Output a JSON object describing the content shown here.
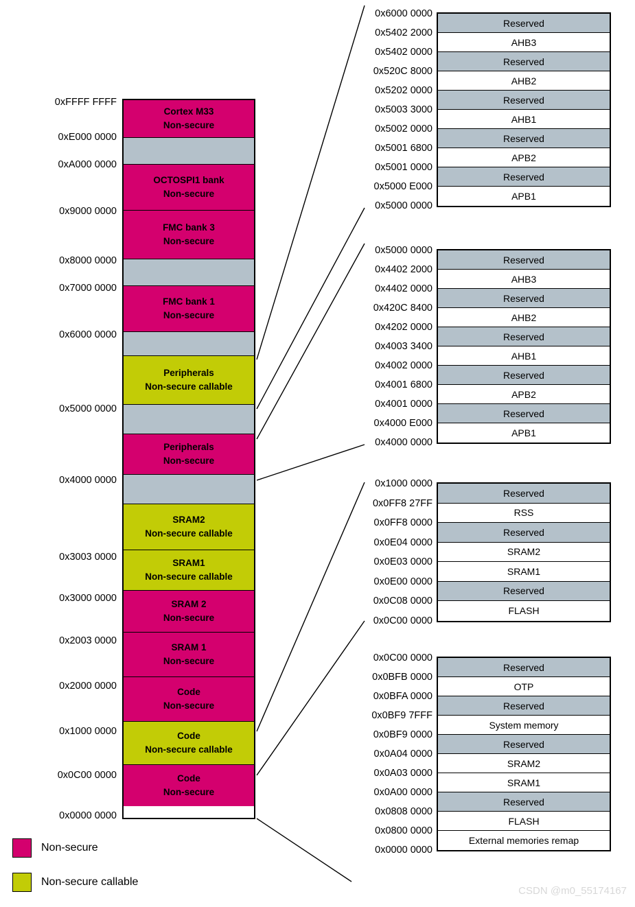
{
  "colors": {
    "non_secure": "#D4006E",
    "non_secure_callable": "#C2CC06",
    "reserved": "#B4C1CA",
    "border": "#000000",
    "watermark": "#D8D8D8"
  },
  "main_map": {
    "blocks": [
      {
        "line1": "Cortex M33",
        "line2": "Non-secure",
        "type": "non_secure"
      },
      {
        "line1": "",
        "line2": "",
        "type": "reserved"
      },
      {
        "line1": "OCTOSPI1 bank",
        "line2": "Non-secure",
        "type": "non_secure"
      },
      {
        "line1": "FMC bank 3",
        "line2": "Non-secure",
        "type": "non_secure"
      },
      {
        "line1": "",
        "line2": "",
        "type": "reserved"
      },
      {
        "line1": "FMC bank 1",
        "line2": "Non-secure",
        "type": "non_secure"
      },
      {
        "line1": "",
        "line2": "",
        "type": "reserved"
      },
      {
        "line1": "Peripherals",
        "line2": "Non-secure callable",
        "type": "non_secure_callable"
      },
      {
        "line1": "",
        "line2": "",
        "type": "reserved"
      },
      {
        "line1": "Peripherals",
        "line2": "Non-secure",
        "type": "non_secure"
      },
      {
        "line1": "",
        "line2": "",
        "type": "reserved"
      },
      {
        "line1": "SRAM2",
        "line2": "Non-secure callable",
        "type": "non_secure_callable"
      },
      {
        "line1": "SRAM1",
        "line2": "Non-secure callable",
        "type": "non_secure_callable"
      },
      {
        "line1": "SRAM 2",
        "line2": "Non-secure",
        "type": "non_secure"
      },
      {
        "line1": "SRAM 1",
        "line2": "Non-secure",
        "type": "non_secure"
      },
      {
        "line1": "Code",
        "line2": "Non-secure",
        "type": "non_secure"
      },
      {
        "line1": "Code",
        "line2": "Non-secure callable",
        "type": "non_secure_callable"
      },
      {
        "line1": "Code",
        "line2": "Non-secure",
        "type": "non_secure"
      }
    ],
    "addresses": [
      "0xFFFF FFFF",
      "0xE000 0000",
      "0xA000 0000",
      "0x9000 0000",
      "0x8000 0000",
      "0x7000 0000",
      "0x6000 0000",
      "0x5000 0000",
      "0x4000 0000",
      "0x3003 0000",
      "0x3000 0000",
      "0x2003 0000",
      "0x2000 0000",
      "0x1000 0000",
      "0x0C00 0000",
      "0x0000 0000"
    ]
  },
  "detail_tables": [
    {
      "id": "peripherals-secure-detail",
      "rows": [
        {
          "label": "Reserved",
          "type": "reserved"
        },
        {
          "label": "AHB3",
          "type": "normal"
        },
        {
          "label": "Reserved",
          "type": "reserved"
        },
        {
          "label": "AHB2",
          "type": "normal"
        },
        {
          "label": "Reserved",
          "type": "reserved"
        },
        {
          "label": "AHB1",
          "type": "normal"
        },
        {
          "label": "Reserved",
          "type": "reserved"
        },
        {
          "label": "APB2",
          "type": "normal"
        },
        {
          "label": "Reserved",
          "type": "reserved"
        },
        {
          "label": "APB1",
          "type": "normal"
        }
      ],
      "addresses": [
        "0x6000 0000",
        "0x5402 2000",
        "0x5402 0000",
        "0x520C 8000",
        "0x5202 0000",
        "0x5003 3000",
        "0x5002 0000",
        "0x5001 6800",
        "0x5001 0000",
        "0x5000 E000",
        "0x5000 0000"
      ]
    },
    {
      "id": "peripherals-nonsecure-detail",
      "rows": [
        {
          "label": "Reserved",
          "type": "reserved"
        },
        {
          "label": "AHB3",
          "type": "normal"
        },
        {
          "label": "Reserved",
          "type": "reserved"
        },
        {
          "label": "AHB2",
          "type": "normal"
        },
        {
          "label": "Reserved",
          "type": "reserved"
        },
        {
          "label": "AHB1",
          "type": "normal"
        },
        {
          "label": "Reserved",
          "type": "reserved"
        },
        {
          "label": "APB2",
          "type": "normal"
        },
        {
          "label": "Reserved",
          "type": "reserved"
        },
        {
          "label": "APB1",
          "type": "normal"
        }
      ],
      "addresses": [
        "0x5000 0000",
        "0x4402 2000",
        "0x4402 0000",
        "0x420C 8400",
        "0x4202 0000",
        "0x4003 3400",
        "0x4002 0000",
        "0x4001 6800",
        "0x4001 0000",
        "0x4000 E000",
        "0x4000 0000"
      ]
    },
    {
      "id": "code-nsc-detail",
      "rows": [
        {
          "label": "Reserved",
          "type": "reserved"
        },
        {
          "label": "RSS",
          "type": "normal"
        },
        {
          "label": "Reserved",
          "type": "reserved"
        },
        {
          "label": "SRAM2",
          "type": "normal"
        },
        {
          "label": "SRAM1",
          "type": "normal"
        },
        {
          "label": "Reserved",
          "type": "reserved"
        },
        {
          "label": "FLASH",
          "type": "normal"
        }
      ],
      "addresses": [
        "0x1000 0000",
        "0x0FF8 27FF",
        "0x0FF8 0000",
        "0x0E04 0000",
        "0x0E03 0000",
        "0x0E00 0000",
        "0x0C08 0000",
        "0x0C00 0000"
      ]
    },
    {
      "id": "code-nonsecure-detail",
      "rows": [
        {
          "label": "Reserved",
          "type": "reserved"
        },
        {
          "label": "OTP",
          "type": "normal"
        },
        {
          "label": "Reserved",
          "type": "reserved"
        },
        {
          "label": "System memory",
          "type": "normal"
        },
        {
          "label": "Reserved",
          "type": "reserved"
        },
        {
          "label": "SRAM2",
          "type": "normal"
        },
        {
          "label": "SRAM1",
          "type": "normal"
        },
        {
          "label": "Reserved",
          "type": "reserved"
        },
        {
          "label": "FLASH",
          "type": "normal"
        },
        {
          "label": "External memories remap",
          "type": "normal"
        }
      ],
      "addresses": [
        "0x0C00 0000",
        "0x0BFB 0000",
        "0x0BFA 0000",
        "0x0BF9 7FFF",
        "0x0BF9 0000",
        "0x0A04 0000",
        "0x0A03 0000",
        "0x0A00 0000",
        "0x0808 0000",
        "0x0800 0000",
        "0x0000 0000"
      ]
    }
  ],
  "legend": {
    "items": [
      {
        "label": "Non-secure",
        "type": "non_secure"
      },
      {
        "label": "Non-secure callable",
        "type": "non_secure_callable"
      }
    ]
  },
  "watermark": {
    "text": "CSDN @m0_55174167"
  }
}
